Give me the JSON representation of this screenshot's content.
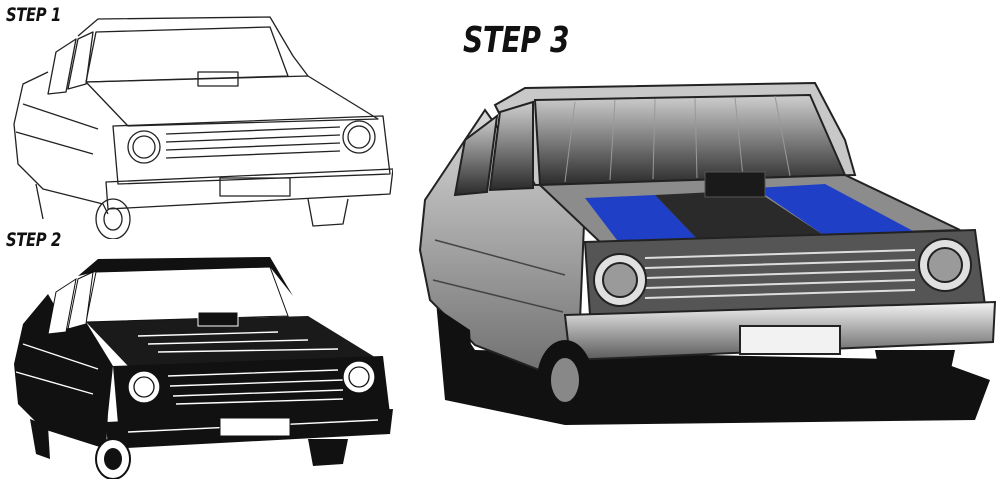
{
  "steps": [
    {
      "label": "STEP 1",
      "style": "line-art"
    },
    {
      "label": "STEP 2",
      "style": "inked"
    },
    {
      "label": "STEP 3",
      "style": "colored"
    }
  ],
  "colors": {
    "ink": "#111111",
    "paper": "#ffffff",
    "body_gray": "#9a9a9a",
    "stripe_blue": "#1f3fc7"
  }
}
